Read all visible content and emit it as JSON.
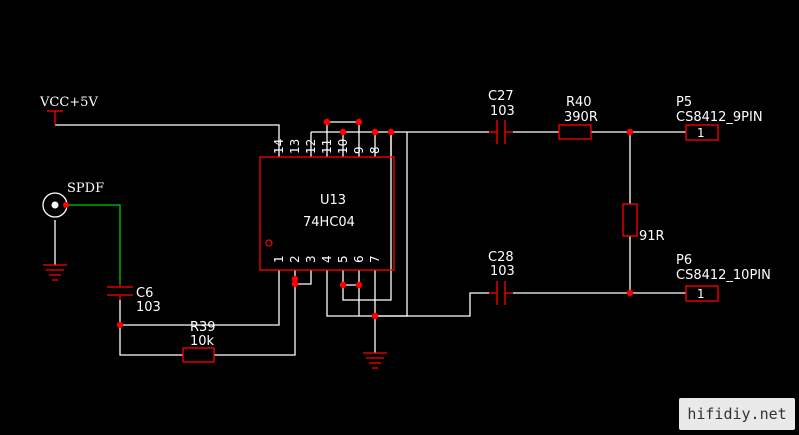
{
  "colors": {
    "background": "#000000",
    "wire": "#ffffff",
    "component": "#ff0000",
    "junction": "#ff0000",
    "signal_wire": "#00cc00",
    "text": "#ffffff"
  },
  "power": {
    "label": "VCC+5V"
  },
  "connector": {
    "label": "SPDF"
  },
  "ic": {
    "ref": "U13",
    "part": "74HC04",
    "top_pins": [
      "14",
      "13",
      "12",
      "11",
      "10",
      "9",
      "8"
    ],
    "bottom_pins": [
      "1",
      "2",
      "3",
      "4",
      "5",
      "6",
      "7"
    ]
  },
  "components": {
    "c6": {
      "ref": "C6",
      "value": "103"
    },
    "r39": {
      "ref": "R39",
      "value": "10k"
    },
    "c27": {
      "ref": "C27",
      "value": "103"
    },
    "r40": {
      "ref": "R40",
      "value": "390R"
    },
    "c28": {
      "ref": "C28",
      "value": "103"
    },
    "r91": {
      "value": "91R"
    }
  },
  "ports": {
    "p5": {
      "ref": "P5",
      "name": "CS8412_9PIN",
      "pin": "1"
    },
    "p6": {
      "ref": "P6",
      "name": "CS8412_10PIN",
      "pin": "1"
    }
  },
  "watermark": "hifidiy.net"
}
